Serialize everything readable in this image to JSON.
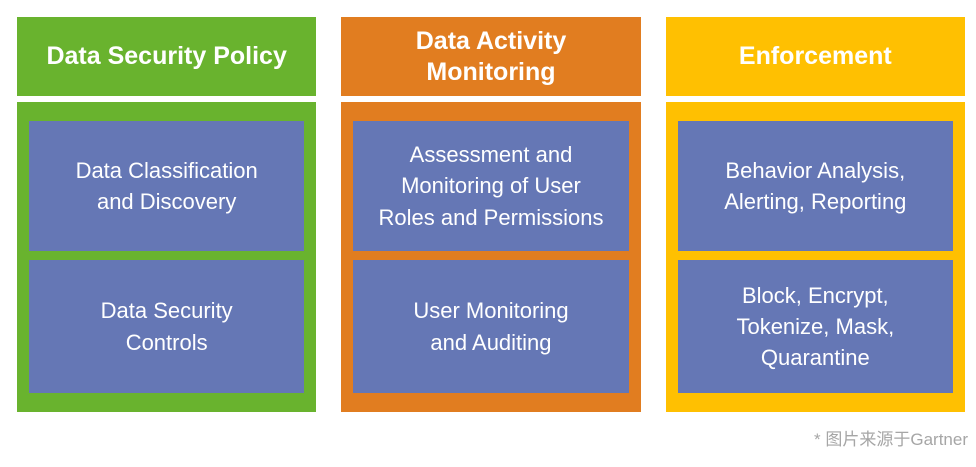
{
  "diagram": {
    "item_color": "#6577B5",
    "text_color": "#FFFFFF",
    "columns": [
      {
        "title": "Data Security Policy",
        "title_lines": [
          "Data Security Policy"
        ],
        "accent": "#69B32E",
        "items": [
          {
            "label": "Data Classification and Discovery",
            "lines": [
              "Data Classification",
              "and Discovery"
            ]
          },
          {
            "label": "Data Security Controls",
            "lines": [
              "Data Security",
              "Controls"
            ]
          }
        ]
      },
      {
        "title": "Data Activity Monitoring",
        "title_lines": [
          "Data Activity",
          "Monitoring"
        ],
        "accent": "#E17D20",
        "items": [
          {
            "label": "Assessment and Monitoring of User Roles and Permissions",
            "lines": [
              "Assessment and",
              "Monitoring of User",
              "Roles and Permissions"
            ]
          },
          {
            "label": "User Monitoring and Auditing",
            "lines": [
              "User Monitoring",
              "and Auditing"
            ]
          }
        ]
      },
      {
        "title": "Enforcement",
        "title_lines": [
          "Enforcement"
        ],
        "accent": "#FFC001",
        "items": [
          {
            "label": "Behavior Analysis, Alerting, Reporting",
            "lines": [
              "Behavior Analysis,",
              "Alerting, Reporting"
            ]
          },
          {
            "label": "Block, Encrypt, Tokenize, Mask, Quarantine",
            "lines": [
              "Block, Encrypt,",
              "Tokenize, Mask,",
              "Quarantine"
            ]
          }
        ]
      }
    ],
    "footnote": "* 图片来源于Gartner",
    "footnote_color": "#A6A6A6"
  }
}
